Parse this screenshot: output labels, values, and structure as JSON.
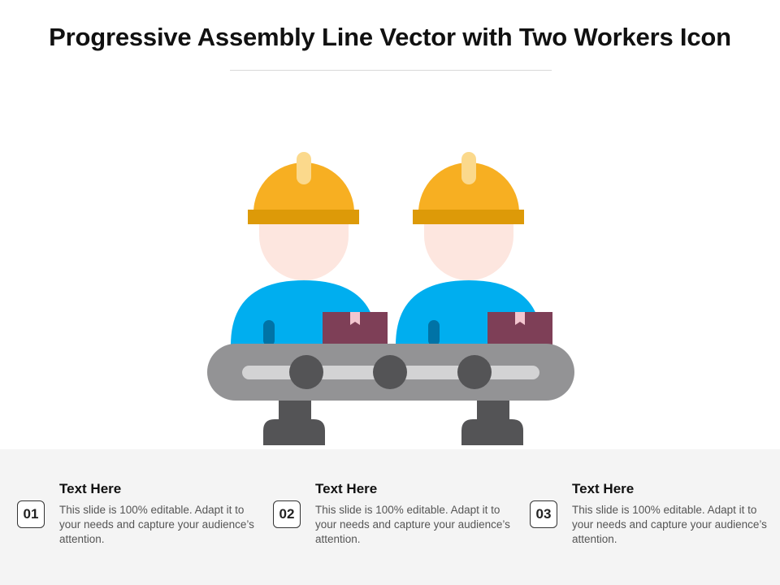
{
  "slide": {
    "title": "Progressive Assembly Line Vector with Two Workers Icon"
  },
  "illustration": {
    "icon_names": [
      "worker-icon",
      "hard-hat-icon",
      "box-icon",
      "conveyor-belt-icon"
    ],
    "colors": {
      "helmet": "#f7af22",
      "helmet_brim": "#dd9a08",
      "helmet_stripe": "#fbd98c",
      "face": "#fde6df",
      "shirt": "#00aeef",
      "shirt_detail": "#0073a6",
      "box": "#7e3f57",
      "box_tape": "#f2c6cf",
      "belt": "#939395",
      "belt_track": "#d3d3d4",
      "roller": "#545456",
      "legs": "#545456"
    }
  },
  "items": [
    {
      "number": "01",
      "heading": "Text Here",
      "body": "This slide is 100% editable. Adapt it to your needs and capture your audience’s attention."
    },
    {
      "number": "02",
      "heading": "Text Here",
      "body": "This slide is 100% editable. Adapt it to your needs and capture your audience’s attention."
    },
    {
      "number": "03",
      "heading": "Text Here",
      "body": "This slide is 100% editable. Adapt it to your needs and capture your audience’s attention."
    }
  ]
}
